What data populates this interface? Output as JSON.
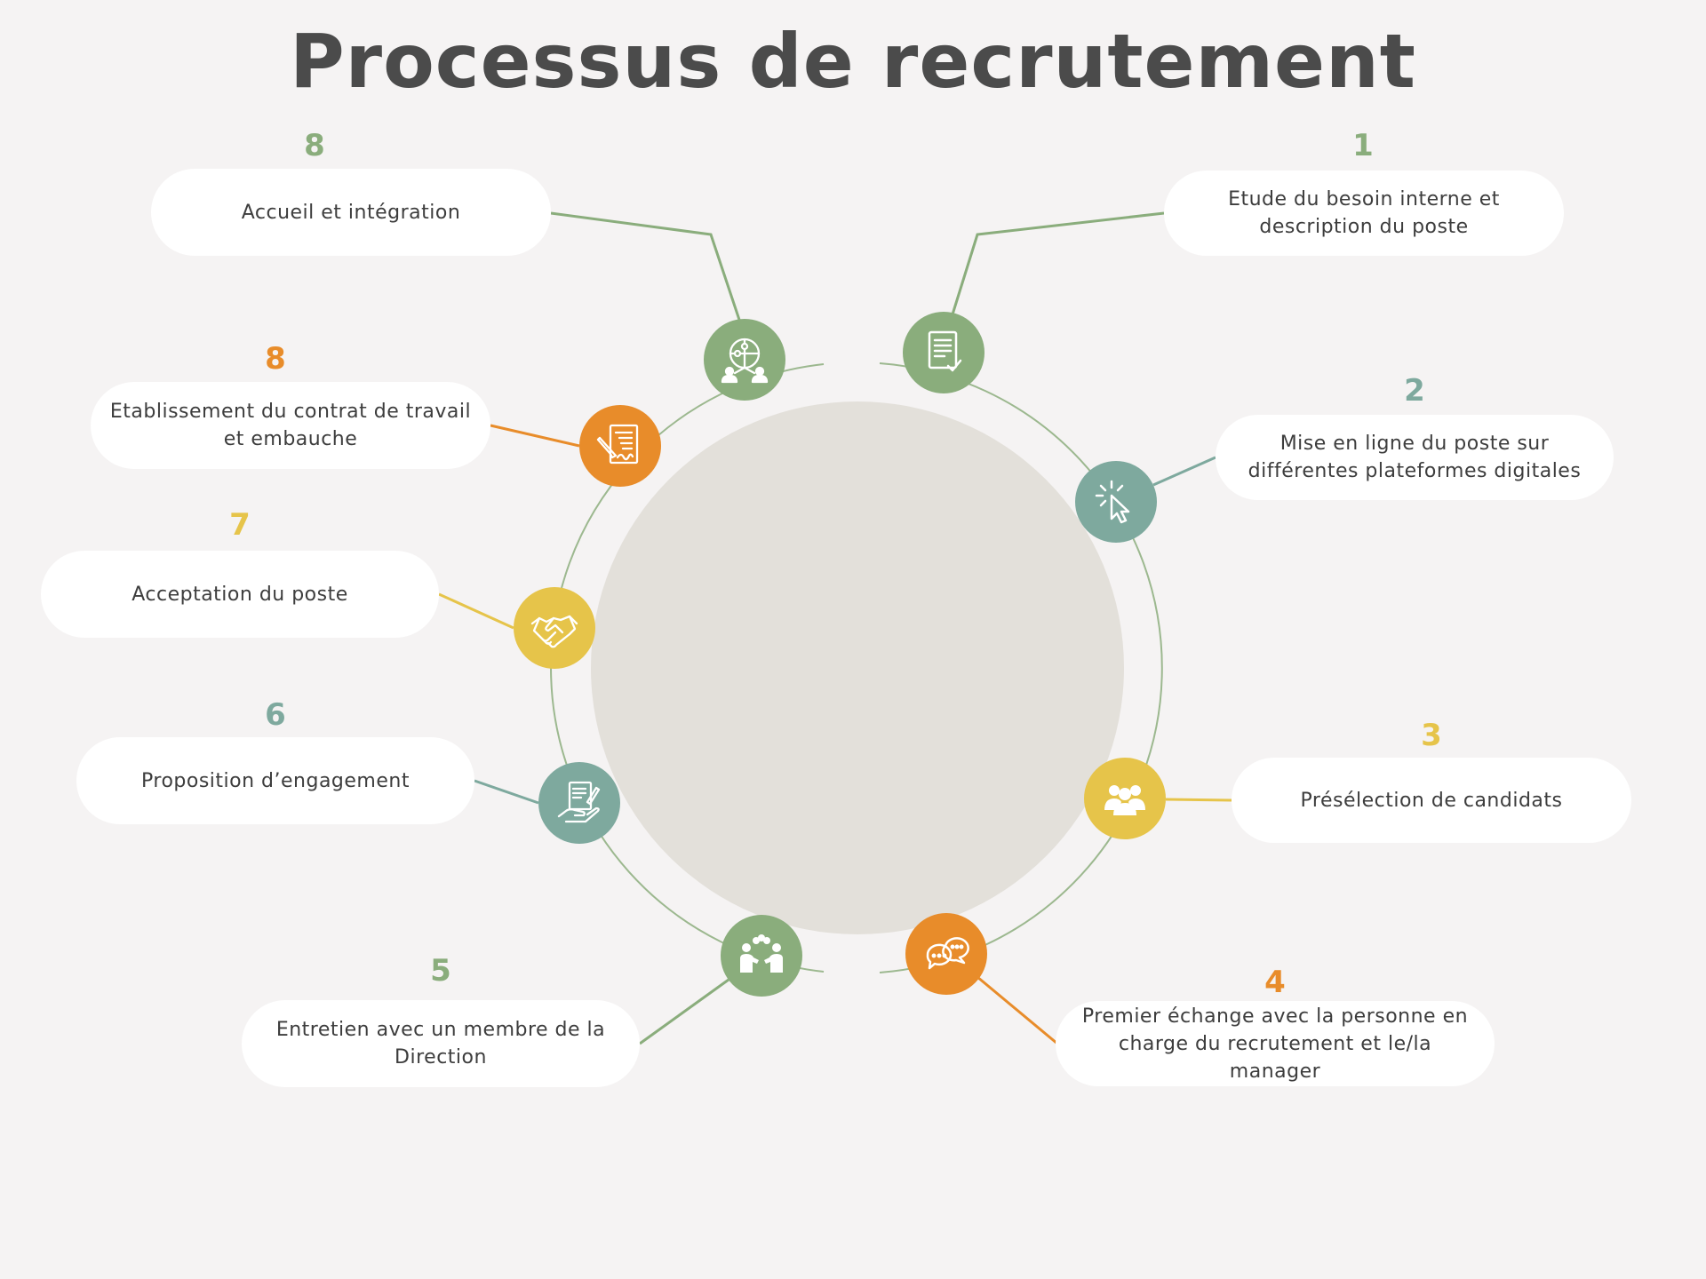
{
  "title": "Processus de recrutement",
  "colors": {
    "green": "#8aad7c",
    "teal": "#7ea99e",
    "orange": "#e88c2a",
    "yellow": "#e6c44a",
    "center_circle": "#e3e0da",
    "ring": "#9cb88f",
    "background": "#f5f3f3"
  },
  "steps": [
    {
      "number": "1",
      "label": "Etude du besoin interne et description du poste",
      "color": "green",
      "icon": "document-check-icon"
    },
    {
      "number": "2",
      "label": "Mise en ligne du poste sur différentes plateformes digitales",
      "color": "teal",
      "icon": "cursor-click-icon"
    },
    {
      "number": "3",
      "label": "Présélection de candidats",
      "color": "yellow",
      "icon": "group-people-icon"
    },
    {
      "number": "4",
      "label": "Premier échange avec la personne en charge du recrutement et le/la manager",
      "color": "orange",
      "icon": "chat-bubbles-icon"
    },
    {
      "number": "5",
      "label": "Entretien avec un membre de la Direction",
      "color": "green",
      "icon": "meeting-icon"
    },
    {
      "number": "6",
      "label": "Proposition d’engagement",
      "color": "teal",
      "icon": "hand-document-icon"
    },
    {
      "number": "7",
      "label": "Acceptation du poste",
      "color": "yellow",
      "icon": "handshake-icon"
    },
    {
      "number": "8",
      "label": "Etablissement du contrat de travail et embauche",
      "color": "orange",
      "icon": "contract-sign-icon"
    },
    {
      "number": "8",
      "label": "Accueil et intégration",
      "color": "green",
      "icon": "puzzle-team-icon"
    }
  ]
}
